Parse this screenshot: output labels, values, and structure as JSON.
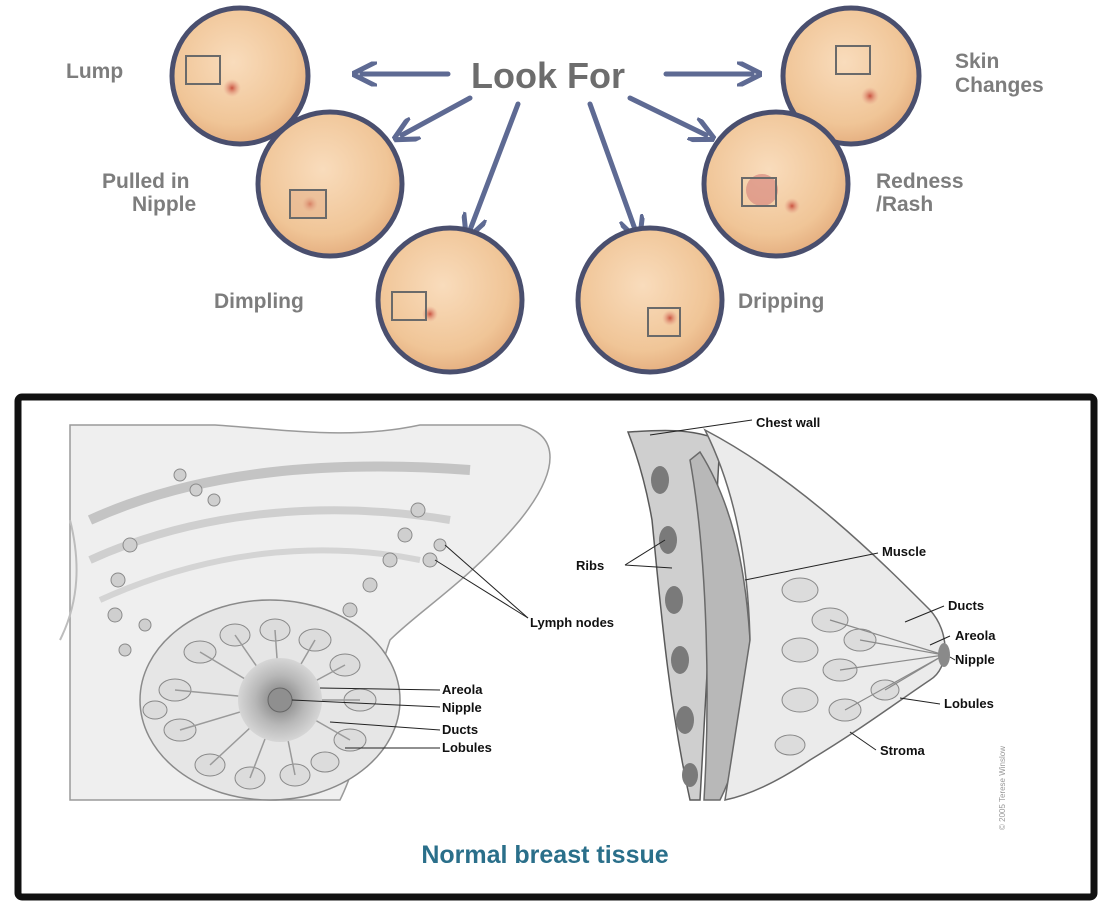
{
  "top": {
    "center_label": "Look For",
    "symptoms": [
      {
        "key": "lump",
        "lines": [
          "Lump"
        ]
      },
      {
        "key": "skin",
        "lines": [
          "Skin",
          "Changes"
        ]
      },
      {
        "key": "pulled",
        "lines": [
          "Pulled in",
          "Nipple"
        ]
      },
      {
        "key": "redness",
        "lines": [
          "Redness",
          "/Rash"
        ]
      },
      {
        "key": "dimpling",
        "lines": [
          "Dimpling"
        ]
      },
      {
        "key": "dripping",
        "lines": [
          "Dripping"
        ]
      }
    ],
    "colors": {
      "arrow": "#5e6a93",
      "skin": "#f1c9a0",
      "ring": "#4a4f6e",
      "label": "#7d7d7d"
    }
  },
  "bottom": {
    "front_labels": {
      "lymph_nodes": "Lymph nodes",
      "areola": "Areola",
      "nipple": "Nipple",
      "ducts": "Ducts",
      "lobules": "Lobules"
    },
    "side_labels": {
      "chest_wall": "Chest wall",
      "ribs": "Ribs",
      "muscle": "Muscle",
      "ducts": "Ducts",
      "areola": "Areola",
      "nipple": "Nipple",
      "lobules": "Lobules",
      "stroma": "Stroma"
    },
    "caption": "Normal breast tissue",
    "credit": "© 2005 Terese Winslow",
    "colors": {
      "caption": "#2a6f8a",
      "frame": "#111111"
    }
  }
}
